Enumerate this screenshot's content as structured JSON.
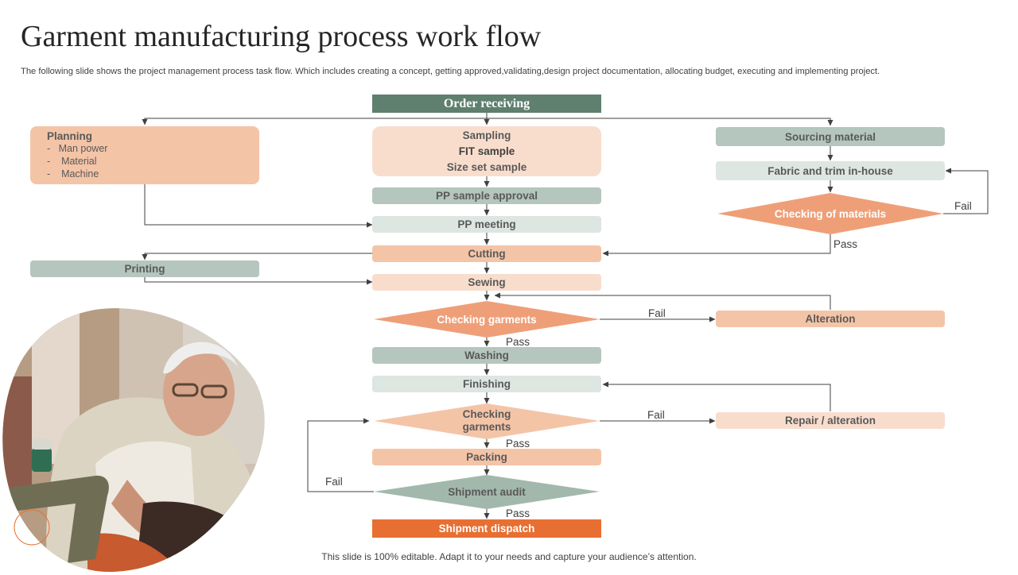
{
  "title": "Garment manufacturing process work flow",
  "subtitle": "The following slide shows the project management process task flow. Which includes creating a concept, getting approved,validating,design project documentation, allocating budget, executing and implementing project.",
  "footer": "This slide is 100% editable. Adapt it to your needs and capture your audience’s attention.",
  "steps": {
    "order_receiving": "Order receiving",
    "planning": {
      "title": "Planning",
      "items": [
        "Man power",
        "Material",
        "Machine"
      ]
    },
    "sampling": [
      "Sampling",
      "FIT sample",
      "Size set sample"
    ],
    "pp_sample_approval": "PP sample approval",
    "pp_meeting": "PP meeting",
    "cutting": "Cutting",
    "printing": "Printing",
    "sewing": "Sewing",
    "checking_garments_1": "Checking garments",
    "alteration": "Alteration",
    "washing": "Washing",
    "finishing": "Finishing",
    "checking_garments_2": "Checking garments",
    "repair_alteration": "Repair / alteration",
    "packing": "Packing",
    "shipment_audit": "Shipment audit",
    "shipment_dispatch": "Shipment dispatch",
    "sourcing_material": "Sourcing material",
    "fabric_trim": "Fabric and trim in-house",
    "checking_materials": "Checking of materials"
  },
  "labels": {
    "fail": "Fail",
    "pass": "Pass"
  },
  "colors": {
    "dark_green": "#5f7f6f",
    "sage": "#b4c6bd",
    "light_sage": "#dde6e1",
    "peach": "#f4c4a7",
    "pale_peach": "#f8ddcd",
    "salmon": "#ef9f78",
    "orange": "#e86f32"
  },
  "photo": {
    "subject": "elderly man operating a sewing machine"
  }
}
